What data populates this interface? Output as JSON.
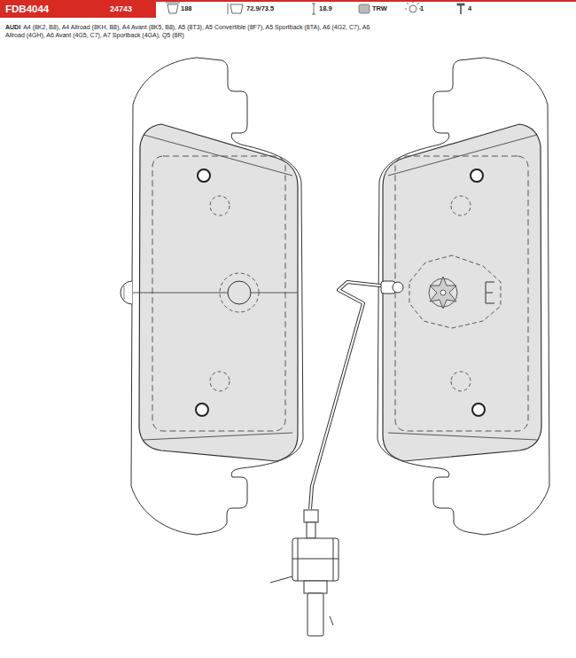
{
  "diagram": {
    "nodes": [
      {
        "text": [
          "FDB4044",
          "24743"
        ]
      }
    ],
    "labels": [
      "188",
      "72.9/73.5",
      "18.9",
      "TRW",
      "1",
      "4",
      "AUDI",
      "A4 (8K2, B8), A4 Allroad (8KH, B8), A4 Avant (8K5, B8), A5 (8T3), A5 Convertible (8F7), A5 Sportback (8TA), A6 (4G2, C7), A6 Allroad (4GH), A6 Avant (4G5, C7), A7 Sportback (4GA), Q5 (8R)"
    ]
  }
}
